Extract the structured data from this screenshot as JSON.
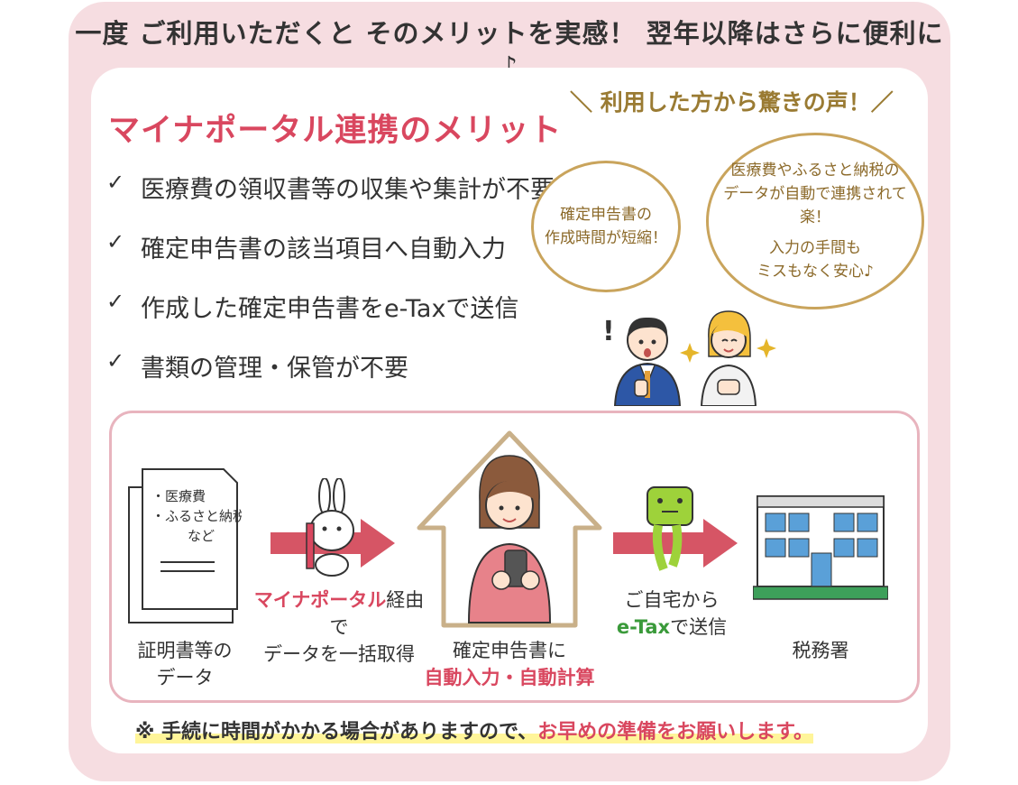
{
  "headline": "一度 ご利用いただくと そのメリットを実感！ 翌年以降はさらに便利に♪",
  "merits": {
    "title": "マイナポータル連携のメリット",
    "check_symbol": "✓",
    "items": [
      "医療費の領収書等の収集や集計が不要",
      "確定申告書の該当項目へ自動入力",
      "作成した確定申告書をe-Taxで送信",
      "書類の管理・保管が不要"
    ]
  },
  "voices": {
    "heading": "＼ 利用した方から驚きの声！／",
    "bubble1": [
      "確定申告書の",
      "作成時間が短縮！"
    ],
    "bubble2_top": [
      "医療費やふるさと納税の",
      "データが自動で連携されて楽！"
    ],
    "bubble2_bottom": [
      "入力の手間も",
      "ミスもなく安心♪"
    ]
  },
  "flow": {
    "doc_items": [
      "・医療費",
      "・ふるさと納税",
      "など"
    ],
    "doc_label": [
      "証明書等の",
      "データ"
    ],
    "step1_highlight": "マイナポータル",
    "step1_rest": "経由で",
    "step1_line2": "データを一括取得",
    "home_line1": "確定申告書に",
    "home_line2": "自動入力・自動計算",
    "step2_line1": "ご自宅から",
    "step2_highlight": "e-Tax",
    "step2_rest": "で送信",
    "tax_office": "税務署"
  },
  "note": {
    "prefix": "※ 手続に時間がかかる場合がありますので、",
    "emphasis": "お早めの準備をお願いします。"
  },
  "colors": {
    "outer_bg": "#f6dde1",
    "accent_pink": "#d9475f",
    "gold": "#9a7b33",
    "arrow": "#d65565",
    "green": "#3a9a3a"
  },
  "icons": [
    "checkmark-icon",
    "document-icon",
    "mynaportal-rabbit-icon",
    "arrow-right-icon",
    "house-icon",
    "woman-smartphone-icon",
    "etax-character-icon",
    "tax-office-building-icon",
    "man-surprised-icon",
    "woman-happy-icon",
    "sparkle-icon"
  ]
}
